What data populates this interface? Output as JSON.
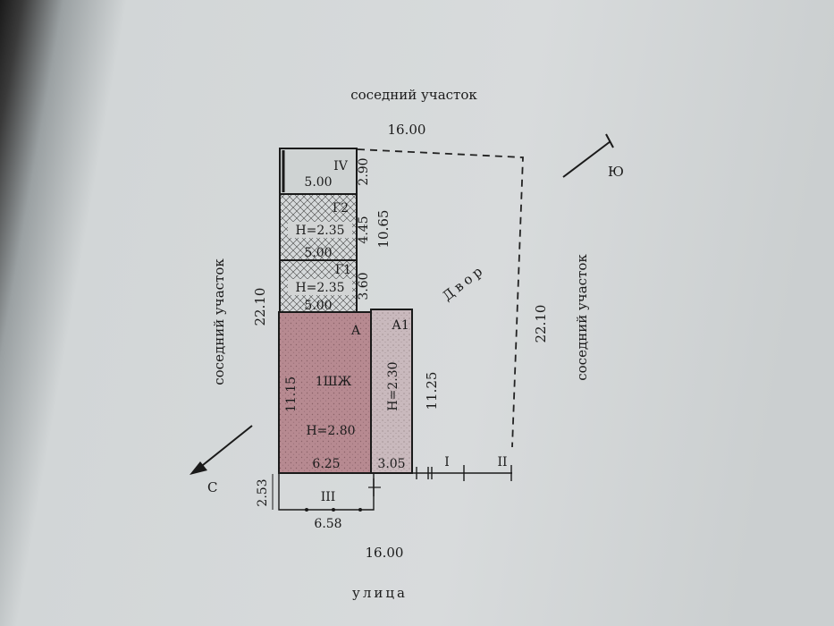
{
  "labels": {
    "top_neighbor": "соседний участок",
    "left_neighbor": "соседний участок",
    "right_neighbor": "соседний участок",
    "street": "улица",
    "yard": "Двор",
    "north": "С",
    "south": "Ю"
  },
  "dimensions": {
    "top_width": "16.00",
    "bottom_width": "16.00",
    "left_depth": "22.10",
    "right_depth": "22.10",
    "yard_depth": "10.65",
    "a1_depth": "11.25",
    "porch_depth": "2.53",
    "porch_width": "6.58"
  },
  "rooms": {
    "iv": {
      "name": "IV",
      "width": "5.00",
      "depth": "2.90"
    },
    "g2": {
      "name": "Г2",
      "height": "Н=2.35",
      "width": "5.00",
      "depth": "4.45"
    },
    "g1": {
      "name": "Г1",
      "height": "Н=2.35",
      "width": "5.00",
      "depth": "3.60"
    },
    "a": {
      "name": "А",
      "type": "1ШЖ",
      "height": "Н=2.80",
      "width": "6.25",
      "depth": "11.15"
    },
    "a1": {
      "name": "А1",
      "height": "Н=2.30",
      "width": "3.05"
    },
    "iii": {
      "name": "III"
    }
  },
  "fences": {
    "i": "I",
    "ii": "II"
  }
}
